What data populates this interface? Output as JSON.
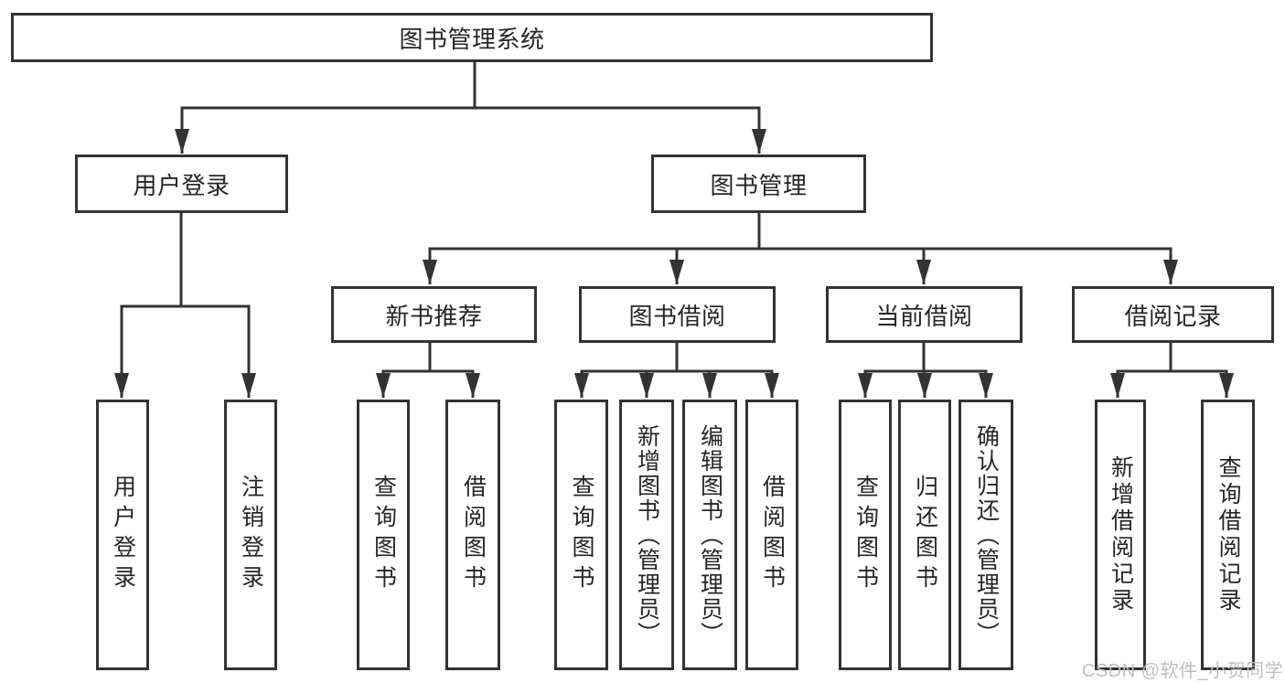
{
  "diagram": {
    "title": "图书管理系统",
    "level2": {
      "user_login": "用户登录",
      "book_management": "图书管理"
    },
    "level3": {
      "new_book_recommend": "新书推荐",
      "book_borrowing": "图书借阅",
      "current_borrowing": "当前借阅",
      "borrowing_records": "借阅记录"
    },
    "leaves": {
      "user_login": "用户登录",
      "logout": "注销登录",
      "recommend_query_books": "查询图书",
      "recommend_borrow_books": "借阅图书",
      "borrowing_query_books": "查询图书",
      "borrowing_add_books": "新增图书（管理员）",
      "borrowing_edit_books": "编辑图书（管理员）",
      "borrowing_borrow_books": "借阅图书",
      "current_query_books": "查询图书",
      "current_return_books": "归还图书",
      "current_confirm_return": "确认归还（管理员）",
      "records_add_record": "新增借阅记录",
      "records_query_record": "查询借阅记录"
    },
    "watermark": "CSDN @软件_小贺同学",
    "colors": {
      "line": "#333333",
      "box_border": "#333333",
      "text": "#262626",
      "watermark": "#c2bebe",
      "background": "#ffffff"
    }
  }
}
